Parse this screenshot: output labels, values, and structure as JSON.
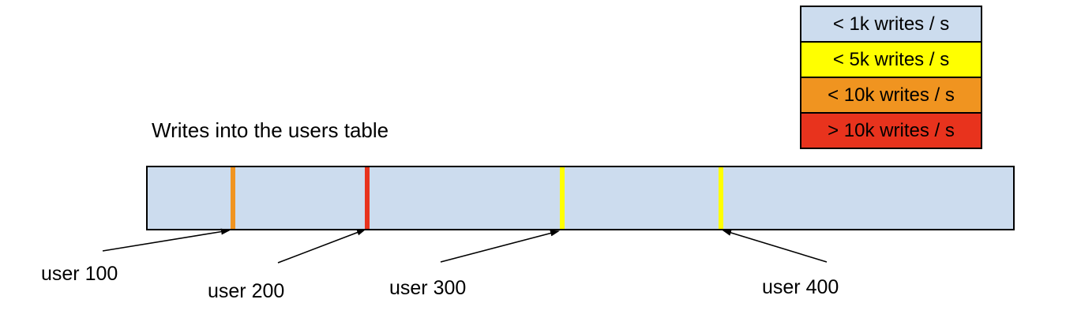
{
  "title": "Writes into the users table",
  "legend": {
    "items": [
      {
        "label": "< 1k writes / s",
        "color": "#ccdcee"
      },
      {
        "label": "< 5k writes / s",
        "color": "#ffff00"
      },
      {
        "label": "< 10k writes / s",
        "color": "#f09420"
      },
      {
        "label": "> 10k writes / s",
        "color": "#e8331d"
      }
    ]
  },
  "band": {
    "fill": "#ccdcee",
    "border_color": "#000000"
  },
  "diagram": {
    "markers": [
      {
        "label": "user 100",
        "color": "#f09420",
        "rate_class": "< 10k writes / s",
        "position_pct": 9.8
      },
      {
        "label": "user 200",
        "color": "#e8331d",
        "rate_class": "> 10k writes / s",
        "position_pct": 25.3
      },
      {
        "label": "user 300",
        "color": "#ffff00",
        "rate_class": "< 5k writes / s",
        "position_pct": 47.7
      },
      {
        "label": "user 400",
        "color": "#ffff00",
        "rate_class": "< 5k writes / s",
        "position_pct": 66.2
      }
    ]
  }
}
